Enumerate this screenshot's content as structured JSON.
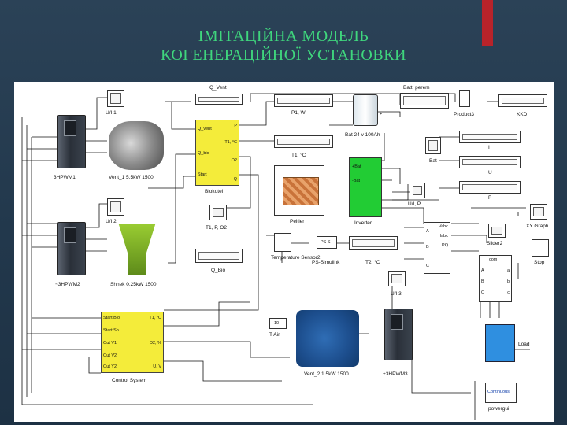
{
  "slide": {
    "title_line1": "ІМІТАЦІЙНА МОДЕЛЬ",
    "title_line2": "КОГЕНЕРАЦІЙНОЇ УСТАНОВКИ"
  },
  "colors": {
    "title": "#3fd67d",
    "accent_bar": "#b8232a",
    "yellow_block": "#f4ec3a",
    "green_block": "#22cc34"
  },
  "model": {
    "drives": {
      "d1": "3HPWM1",
      "d2": "~3HPWM2",
      "d3": "+3HPWM3"
    },
    "scopes": {
      "u1": "U/I 1",
      "u2": "U/I 2",
      "u3": "U/I 3",
      "t1p": "T1, P, O2",
      "iu": "U/I, P"
    },
    "motors": {
      "vent1": "Vent_1 5.5kW 1500",
      "shnek": "Shnek 0.25kW 1500",
      "vent2": "Vent_2 1.5kW 1500"
    },
    "displays": {
      "q_vent": "Q_Vent",
      "p1": "P1, W",
      "t1": "T1, °C",
      "q_bio": "Q_Bio",
      "batt_perem": "Batt. perem",
      "kkd": "KKD",
      "i": "I",
      "u": "U",
      "p": "P",
      "t2": "T2, °C"
    },
    "biokotel": {
      "name": "Biokotel",
      "ports_in": [
        "Q_vent",
        "Q_bio",
        "Start"
      ],
      "ports_out": [
        "P",
        "T1, °C",
        "O2",
        "Q"
      ]
    },
    "peltier": "Peltier",
    "battery": {
      "name": "Bat 24 v 100Ah",
      "port": "+"
    },
    "inverter": {
      "name": "Inverter",
      "ports_in": [
        "+Bat",
        "-Bat"
      ]
    },
    "product": "Product3",
    "bat_scope": "Bat",
    "xy_graph": "XY Graph",
    "slider": "Slider2",
    "stop": "Stop",
    "calc": {
      "ports_in": [
        "A",
        "B",
        "C"
      ],
      "ports_out": [
        "Vabc",
        "Iabc",
        "PQ"
      ]
    },
    "sensor": {
      "name": "Temperature Sensor2",
      "conv": "PS-Simulink",
      "conv_text": "PS S"
    },
    "switch": {
      "label": "com",
      "ports": [
        "A",
        "B",
        "C",
        "a",
        "b",
        "c"
      ]
    },
    "load": "Load",
    "air_const": {
      "value": "10",
      "name": "T Air"
    },
    "control": {
      "name": "Control System",
      "ports_in": [
        "Start Bio",
        "Start Sh",
        "Out V1",
        "Out V2",
        "Out Y2"
      ],
      "ports_out": [
        "T1, °C",
        "O2, %",
        "U, V"
      ]
    },
    "powergui": {
      "value": "Continuous",
      "name": "powergui"
    }
  }
}
